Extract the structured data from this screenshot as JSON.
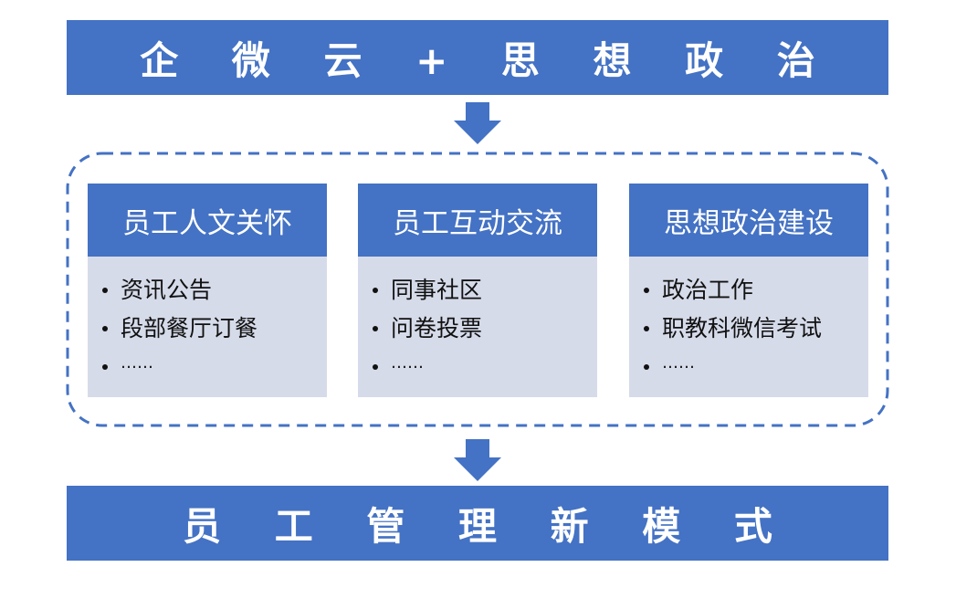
{
  "colors": {
    "banner": "#4472c4",
    "card_body": "#d6dbea",
    "dashed_border": "#4472c4",
    "arrow": "#4472c4"
  },
  "top_banner": {
    "title": "企 微 云 + 思 想 政 治"
  },
  "bottom_banner": {
    "title": "员 工 管 理 新 模 式"
  },
  "arrows": [
    "down-arrow-icon",
    "down-arrow-icon"
  ],
  "cards": [
    {
      "title": "员工人文关怀",
      "items": [
        "资讯公告",
        "段部餐厅订餐",
        "……"
      ]
    },
    {
      "title": "员工互动交流",
      "items": [
        "同事社区",
        "问卷投票",
        "……"
      ]
    },
    {
      "title": "思想政治建设",
      "items": [
        "政治工作",
        "职教科微信考试",
        "……"
      ]
    }
  ]
}
